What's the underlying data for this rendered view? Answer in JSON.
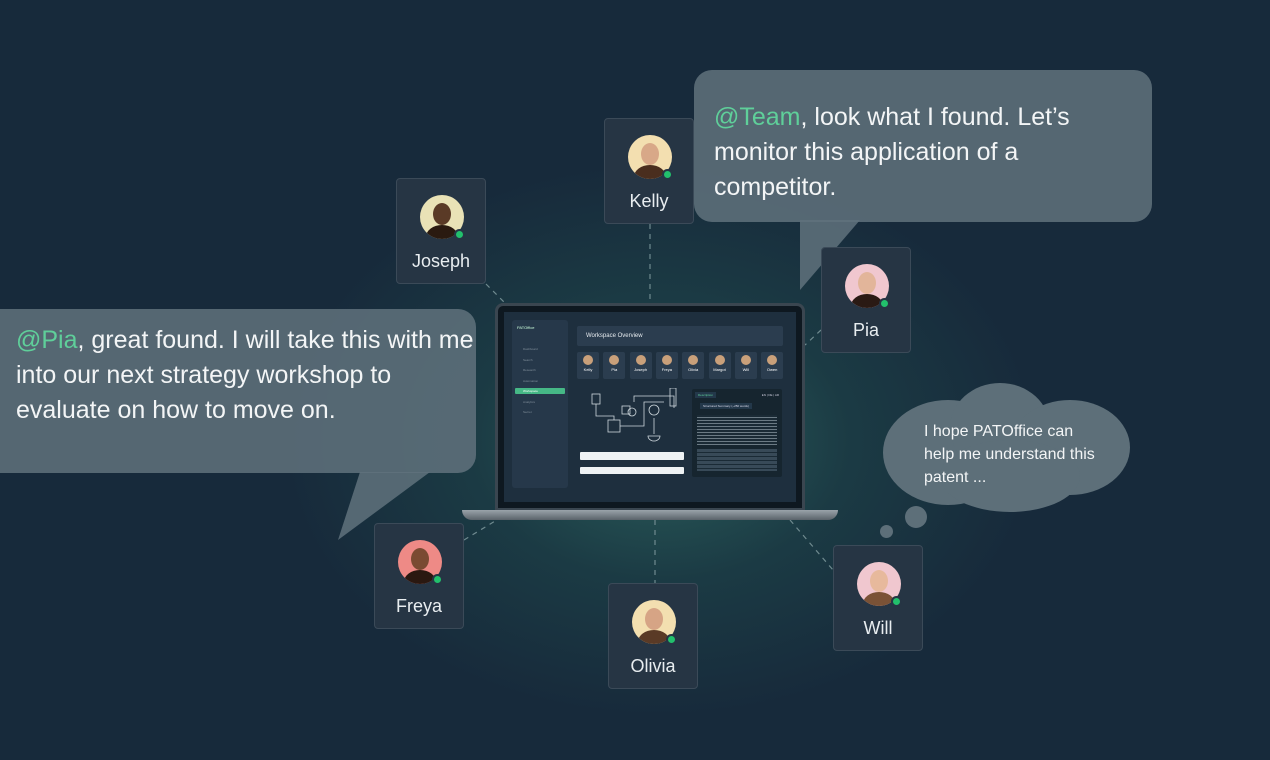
{
  "bubbles": {
    "team": {
      "mention": "@Team",
      "text": ", look what I found. Let’s monitor this application of a competitor."
    },
    "pia": {
      "mention": "@Pia",
      "text": ", great found. I will take this with me into our next strategy workshop to evaluate on how to move on."
    },
    "thought": "I hope PATOffice can help me understand this patent ..."
  },
  "people": [
    {
      "name": "Kelly",
      "bg": "#f3dfb0",
      "skin": "#d8a888",
      "hair": "#4a2e1e"
    },
    {
      "name": "Joseph",
      "bg": "#e9e2b6",
      "skin": "#5a3a26",
      "hair": "#2a1a10"
    },
    {
      "name": "Pia",
      "bg": "#f0c7cf",
      "skin": "#e2b59a",
      "hair": "#2a1a14"
    },
    {
      "name": "Freya",
      "bg": "#ee8a86",
      "skin": "#7a4a32",
      "hair": "#2a1810"
    },
    {
      "name": "Olivia",
      "bg": "#f3dfb0",
      "skin": "#d6a485",
      "hair": "#5a3a26"
    },
    {
      "name": "Will",
      "bg": "#f0c7cf",
      "skin": "#e7b99c",
      "hair": "#7a5236"
    }
  ],
  "app": {
    "logo": "PATOffice",
    "sidebar": [
      "Dashboard",
      "Search",
      "Research",
      "Automation",
      "Workspace",
      "Analytics",
      "Secret"
    ],
    "active": "Workspace",
    "title": "Workspace Overview",
    "members": [
      "Kelly",
      "Pia",
      "Joseph",
      "Freya",
      "Olivia",
      "Margot",
      "Will",
      "Owen"
    ],
    "description_tab": "Description",
    "lang": "EN | DE | AR",
    "summary_select": "Structured Summary (~250 words)"
  },
  "colors": {
    "accent": "#5fcf9a",
    "online": "#22c06c",
    "background": "#172a3b"
  }
}
